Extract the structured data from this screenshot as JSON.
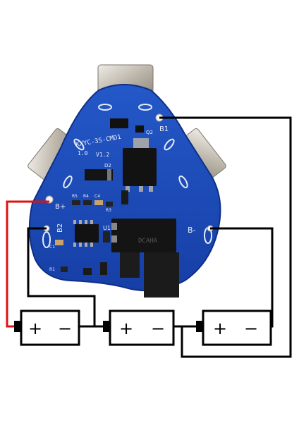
{
  "board": {
    "model": "KXYC-3S-CMD1",
    "revision": "1.0",
    "version": "V1.2",
    "pad_b1": "B1",
    "pad_b2": "B2",
    "pad_b_plus": "B+",
    "pad_b_minus": "B-",
    "refs": {
      "u1": "U1",
      "d2": "D2",
      "q2": "Q2",
      "r5": "R5",
      "r4": "R4",
      "c4": "C4",
      "r3": "R3",
      "c1": "C1",
      "r1": "R1",
      "mosfet_brand": "DCAHA"
    }
  },
  "batteries": [
    {
      "plus": "+",
      "minus": "−"
    },
    {
      "plus": "+",
      "minus": "−"
    },
    {
      "plus": "+",
      "minus": "−"
    }
  ],
  "colors": {
    "pcb": "#1c4fbf",
    "pcb_edge": "#0f2f86",
    "wire_red": "#e01010",
    "wire_black": "#000000",
    "tab_metal": "#c9c3b8"
  }
}
